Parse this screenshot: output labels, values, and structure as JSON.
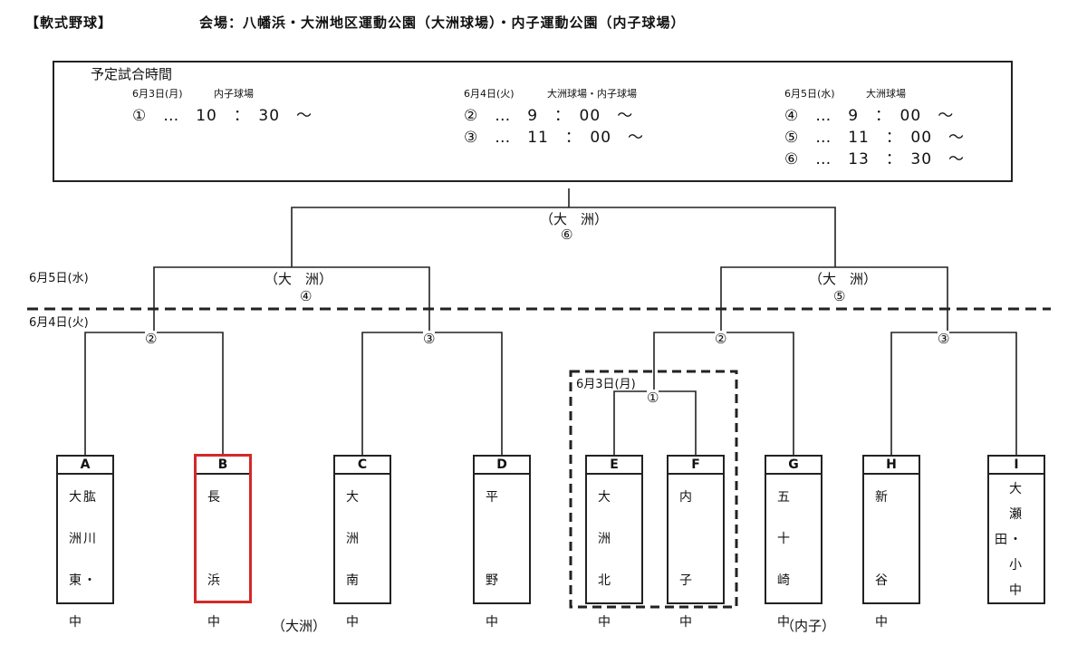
{
  "header": {
    "category": "【軟式野球】",
    "venue": "会場：八幡浜・大洲地区運動公園（大洲球場）・内子運動公園（内子球場）"
  },
  "schedule": {
    "title": "予定試合時間",
    "day1": {
      "date": "6月3日(月)",
      "venue": "内子球場",
      "slots": [
        "①　…　10　：　30　～"
      ]
    },
    "day2": {
      "date": "6月4日(火)",
      "venue": "大洲球場・内子球場",
      "slots": [
        "②　…　9　：　00　～",
        "③　…　11　：　00　～"
      ]
    },
    "day3": {
      "date": "6月5日(水)",
      "venue": "大洲球場",
      "slots": [
        "④　…　9　：　00　～",
        "⑤　…　11　：　00　～",
        "⑥　…　13　：　30　～"
      ]
    }
  },
  "bracket": {
    "final_venue": "（大　洲）",
    "final_num": "⑥",
    "semi_left_venue": "（大　洲）",
    "semi_left_num": "④",
    "semi_right_venue": "（大　洲）",
    "semi_right_num": "⑤",
    "date_june5": "6月5日(水)",
    "date_june4": "6月4日(火)",
    "date_june3": "6月3日(月)",
    "g2_left": "②",
    "g3_left": "③",
    "g2_right": "②",
    "g3_right": "③",
    "g1": "①",
    "venue_ozu": "（大洲）",
    "venue_uchiko": "（内子）"
  },
  "teams": [
    {
      "letter": "A",
      "name": "大肱\n洲川\n東・\n中"
    },
    {
      "letter": "B",
      "name": "長\n\n浜\n中"
    },
    {
      "letter": "C",
      "name": "大\n洲\n南\n中"
    },
    {
      "letter": "D",
      "name": "平\n\n野\n中"
    },
    {
      "letter": "E",
      "name": "大\n洲\n北\n中"
    },
    {
      "letter": "F",
      "name": "内\n\n子\n中"
    },
    {
      "letter": "G",
      "name": "五\n十\n崎\n中"
    },
    {
      "letter": "H",
      "name": "新\n\n谷\n中"
    },
    {
      "letter": "I",
      "name": "　大\n　瀬\n田・\n　小\n　中"
    }
  ],
  "highlight_color": "#d42828"
}
